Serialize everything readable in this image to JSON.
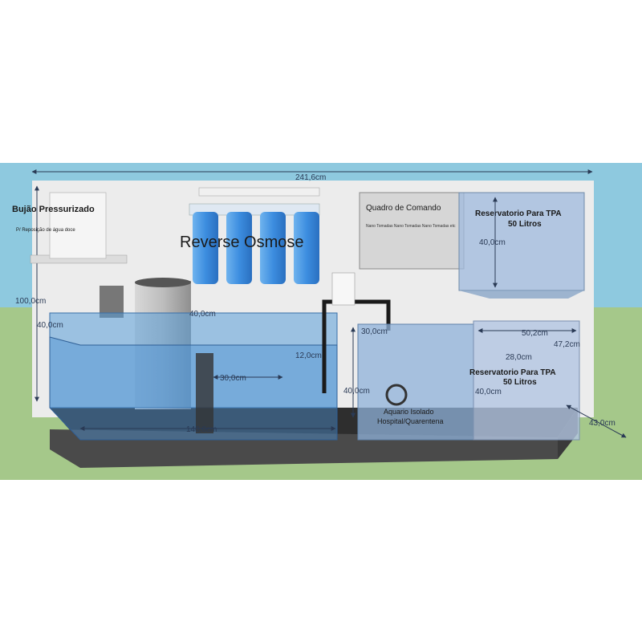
{
  "labels": {
    "pressurized_tank": "Bujão Pressurizado",
    "pressurized_tank_sub": "P/ Reposição de água doce",
    "reverse_osmosis": "Reverse Osmose",
    "control_panel": "Quadro de Comando",
    "control_panel_sub": "Nano Tomadas Nano Tomadas Nano Tomadas etc",
    "reservoir_top_line1": "Reservatorio Para TPA",
    "reservoir_top_line2": "50 Litros",
    "reservoir_right_line1": "Reservatorio Para TPA",
    "reservoir_right_line2": "50 Litros",
    "quarantine_line1": "Aquario Isolado",
    "quarantine_line2": "Hospital/Quarentena"
  },
  "dimensions": {
    "total_width": "241,6cm",
    "height": "100,0cm",
    "depth": "43,0cm",
    "reservoir_top_height": "40,0cm",
    "reservoir_right_width": "50,2cm",
    "reservoir_right_depth": "47,2cm",
    "reservoir_right_inner": "28,0cm",
    "reservoir_right_height": "40,0cm",
    "quarantine_height": "40,0cm",
    "quarantine_top": "30,0cm",
    "sump_divider": "30,0cm",
    "sump_width": "140,0cm",
    "sump_top": "40,0cm",
    "sump_partial": "40,0cm",
    "pipe_dim": "12,0cm"
  },
  "colors": {
    "sky": "#8ec9df",
    "grass": "#a5c88a",
    "wall": "#e9e9e9",
    "water": "#5a9fd9",
    "base": "#4a4a4a",
    "filter_blue": "#3d8ee0"
  }
}
